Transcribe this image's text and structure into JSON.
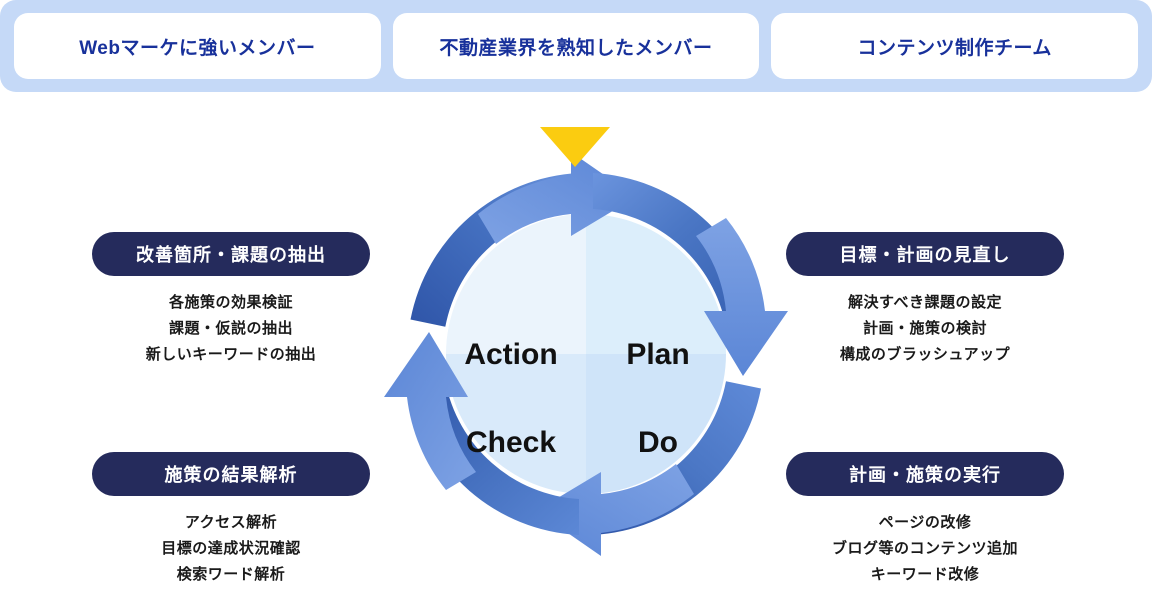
{
  "team_band": {
    "background_color": "#c5d9f7",
    "text_color": "#18319b",
    "cards": [
      {
        "label": "Webマーケに強いメンバー"
      },
      {
        "label": "不動産業界を熟知したメンバー"
      },
      {
        "label": "コンテンツ制作チーム"
      }
    ]
  },
  "cycle": {
    "marker_icon": "down-triangle-marker",
    "marker_color": "#fbcc10",
    "ring_dark_color": "#3b63b5",
    "ring_light_color": "#6b94de",
    "quadrants": [
      {
        "key": "plan",
        "label": "Plan",
        "fill": "#dceefb"
      },
      {
        "key": "do",
        "label": "Do",
        "fill": "#cfe4f9"
      },
      {
        "key": "check",
        "label": "Check",
        "fill": "#d9eafa"
      },
      {
        "key": "action",
        "label": "Action",
        "fill": "#ebf4fc"
      }
    ],
    "arrows": [
      {
        "name": "arrow-top-to-plan",
        "direction": "right"
      },
      {
        "name": "arrow-right-to-do",
        "direction": "down"
      },
      {
        "name": "arrow-bottom-to-check",
        "direction": "left"
      },
      {
        "name": "arrow-left-to-action",
        "direction": "up"
      }
    ]
  },
  "info_blocks": {
    "action": {
      "title": "改善箇所・課題の抽出",
      "items": [
        "各施策の効果検証",
        "課題・仮説の抽出",
        "新しいキーワードの抽出"
      ]
    },
    "check": {
      "title": "施策の結果解析",
      "items": [
        "アクセス解析",
        "目標の達成状況確認",
        "検索ワード解析"
      ]
    },
    "plan": {
      "title": "目標・計画の見直し",
      "items": [
        "解決すべき課題の設定",
        "計画・施策の検討",
        "構成のブラッシュアップ"
      ]
    },
    "do": {
      "title": "計画・施策の実行",
      "items": [
        "ページの改修",
        "ブログ等のコンテンツ追加",
        "キーワード改修"
      ]
    }
  },
  "colors": {
    "pill_navy": "#252b5c",
    "band_blue": "#c5d9f7",
    "accent_yellow": "#fbcc10",
    "ring_blue_dark": "#3b63b5",
    "ring_blue_light": "#6b94de"
  }
}
